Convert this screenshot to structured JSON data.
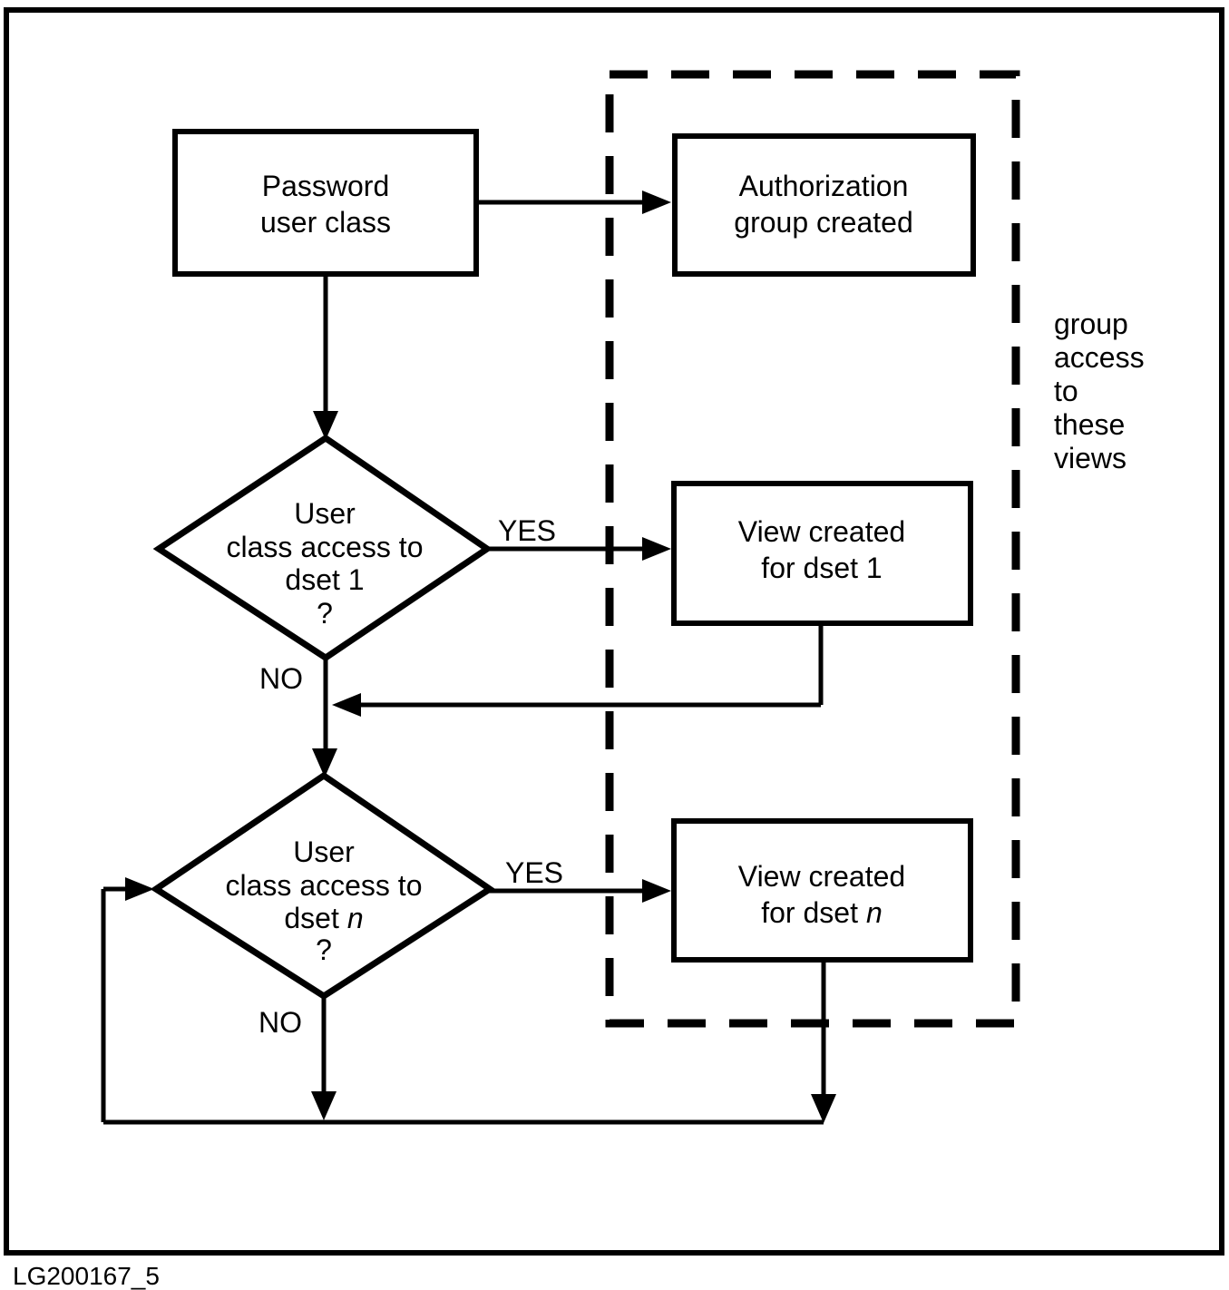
{
  "figure": {
    "caption": "LG200167_5",
    "background": "#ffffff",
    "ink": "#000000"
  },
  "nodes": {
    "password": {
      "line1": "Password",
      "line2": "user class"
    },
    "auth": {
      "line1": "Authorization",
      "line2": "group created"
    },
    "decision1": {
      "line1": "User",
      "line2": "class access to",
      "line3": "dset 1",
      "line4": "?"
    },
    "view1": {
      "line1": "View created",
      "line2": "for dset 1"
    },
    "decision_n": {
      "line1": "User",
      "line2": "class access to",
      "line3_prefix": "dset",
      "line3_var": "n",
      "line4": "?"
    },
    "view_n": {
      "line1": "View created",
      "line2_prefix": "for dset",
      "line2_var": "n"
    }
  },
  "labels": {
    "yes": "YES",
    "no": "NO",
    "side_note_line1": "group",
    "side_note_line2": "access",
    "side_note_line3": "to",
    "side_note_line4": "these",
    "side_note_line5": "views"
  }
}
